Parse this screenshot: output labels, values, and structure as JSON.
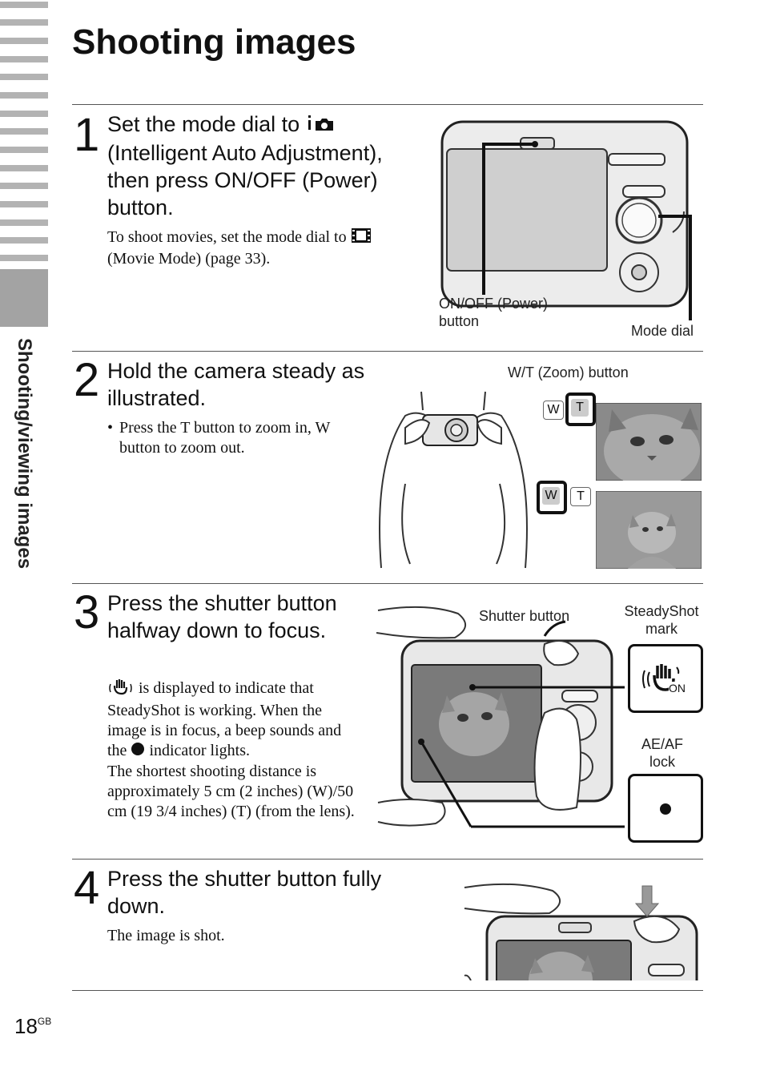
{
  "side_tab": {
    "label": "Shooting/viewing images"
  },
  "page": {
    "title": "Shooting images",
    "number": "18",
    "number_suffix": "GB"
  },
  "steps": [
    {
      "number": "1",
      "heading_before_icon": "Set the mode dial to",
      "heading_after_icon": "(Intelligent Auto Adjustment), then press ON/OFF (Power) button.",
      "body_before_icon": "To shoot movies, set the mode dial to",
      "body_after_icon": "(Movie Mode) (page 33).",
      "callouts": {
        "power_button": "ON/OFF (Power) button",
        "mode_dial": "Mode dial"
      }
    },
    {
      "number": "2",
      "heading": "Hold the camera steady as illustrated.",
      "bullet": "•",
      "body": "Press the T button to zoom in, W button to zoom out.",
      "callouts": {
        "zoom_button": "W/T (Zoom) button",
        "w": "W",
        "t": "T"
      }
    },
    {
      "number": "3",
      "heading": "Press the shutter button halfway down to focus.",
      "body_line1_after_icon": "is displayed to indicate that SteadyShot is working. When the image is in focus, a beep sounds and the",
      "body_line1_end": "indicator lights.",
      "body_para2": "The shortest shooting distance is approximately 5 cm (2 inches) (W)/50 cm (19 3/4 inches) (T) (from the lens).",
      "callouts": {
        "shutter_button": "Shutter button",
        "steadyshot": "SteadyShot mark",
        "aeaf": "AE/AF lock",
        "on_badge": "ON"
      }
    },
    {
      "number": "4",
      "heading": "Press the shutter button fully down.",
      "body": "The image is shot."
    }
  ]
}
